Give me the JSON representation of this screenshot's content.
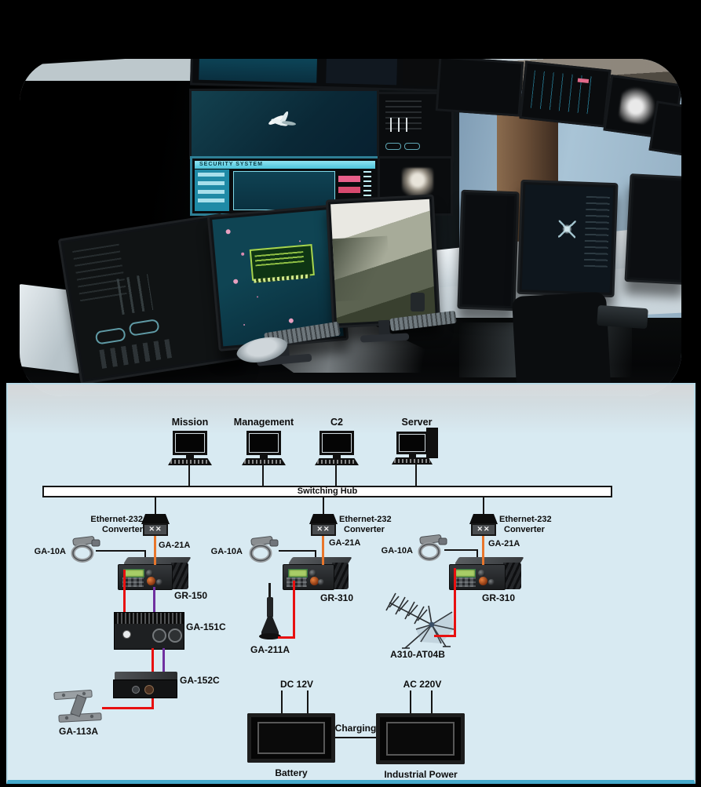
{
  "photo": {
    "security_screen_title": "SECURITY SYSTEM"
  },
  "diagram": {
    "computers": [
      {
        "label": "Mission"
      },
      {
        "label": "Management"
      },
      {
        "label": "C2"
      },
      {
        "label": "Server"
      }
    ],
    "hub_label": "Switching Hub",
    "columns": [
      {
        "converter_line1": "Ethernet-232",
        "converter_line2": "Converter",
        "cable_label": "GA-21A",
        "handset_label": "GA-10A",
        "radio_label": "GR-150"
      },
      {
        "converter_line1": "Ethernet-232",
        "converter_line2": "Converter",
        "cable_label": "GA-21A",
        "handset_label": "GA-10A",
        "radio_label": "GR-310"
      },
      {
        "converter_line1": "Ethernet-232",
        "converter_line2": "Converter",
        "cable_label": "GA-21A",
        "handset_label": "GA-10A",
        "radio_label": "GR-310"
      }
    ],
    "amplifier_label": "GA-151C",
    "case_label": "GA-152C",
    "mount_label": "GA-113A",
    "whip_antenna_label": "GA-211A",
    "yagi_antenna_label": "A310-AT04B",
    "power": {
      "dc_label": "DC 12V",
      "ac_label": "AC 220V",
      "battery_label": "Battery",
      "industrial_label": "Industrial Power",
      "charging_label": "Charging"
    },
    "colors": {
      "panel_bg": "#D8EAF2",
      "panel_border": "#45A8CA",
      "cable_orange": "#E8762C",
      "cable_red": "#E81010",
      "cable_purple": "#7030A0",
      "lcd_green": "#A8CD67"
    }
  }
}
